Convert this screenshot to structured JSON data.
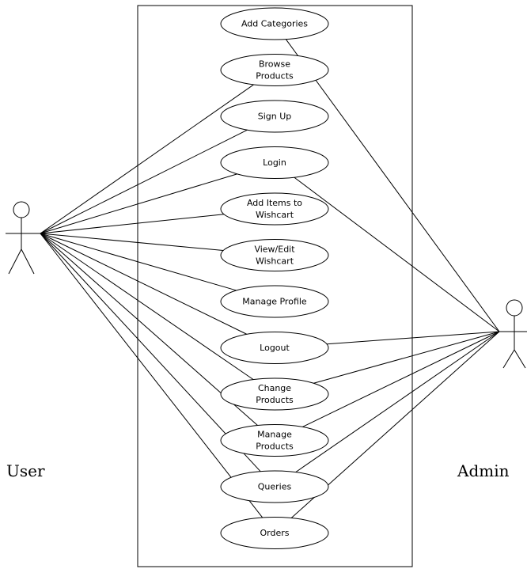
{
  "actors": {
    "user": "User",
    "admin": "Admin"
  },
  "use_cases": [
    {
      "id": "add-categories",
      "lines": [
        "Add Categories"
      ]
    },
    {
      "id": "browse-products",
      "lines": [
        "Browse",
        "Products"
      ]
    },
    {
      "id": "sign-up",
      "lines": [
        "Sign Up"
      ]
    },
    {
      "id": "login",
      "lines": [
        "Login"
      ]
    },
    {
      "id": "add-items-to-wishcart",
      "lines": [
        "Add Items to",
        "Wishcart"
      ]
    },
    {
      "id": "view-edit-wishcart",
      "lines": [
        "View/Edit",
        "Wishcart"
      ]
    },
    {
      "id": "manage-profile",
      "lines": [
        "Manage Profile"
      ]
    },
    {
      "id": "logout",
      "lines": [
        "Logout"
      ]
    },
    {
      "id": "change-products",
      "lines": [
        "Change",
        "Products"
      ]
    },
    {
      "id": "manage-products",
      "lines": [
        "Manage",
        "Products"
      ]
    },
    {
      "id": "queries",
      "lines": [
        "Queries"
      ]
    },
    {
      "id": "orders",
      "lines": [
        "Orders"
      ]
    }
  ],
  "associations": {
    "user": [
      "browse-products",
      "sign-up",
      "login",
      "add-items-to-wishcart",
      "view-edit-wishcart",
      "manage-profile",
      "logout",
      "change-products",
      "manage-products",
      "queries",
      "orders"
    ],
    "admin": [
      "add-categories",
      "login",
      "logout",
      "change-products",
      "manage-products",
      "queries",
      "orders"
    ]
  }
}
